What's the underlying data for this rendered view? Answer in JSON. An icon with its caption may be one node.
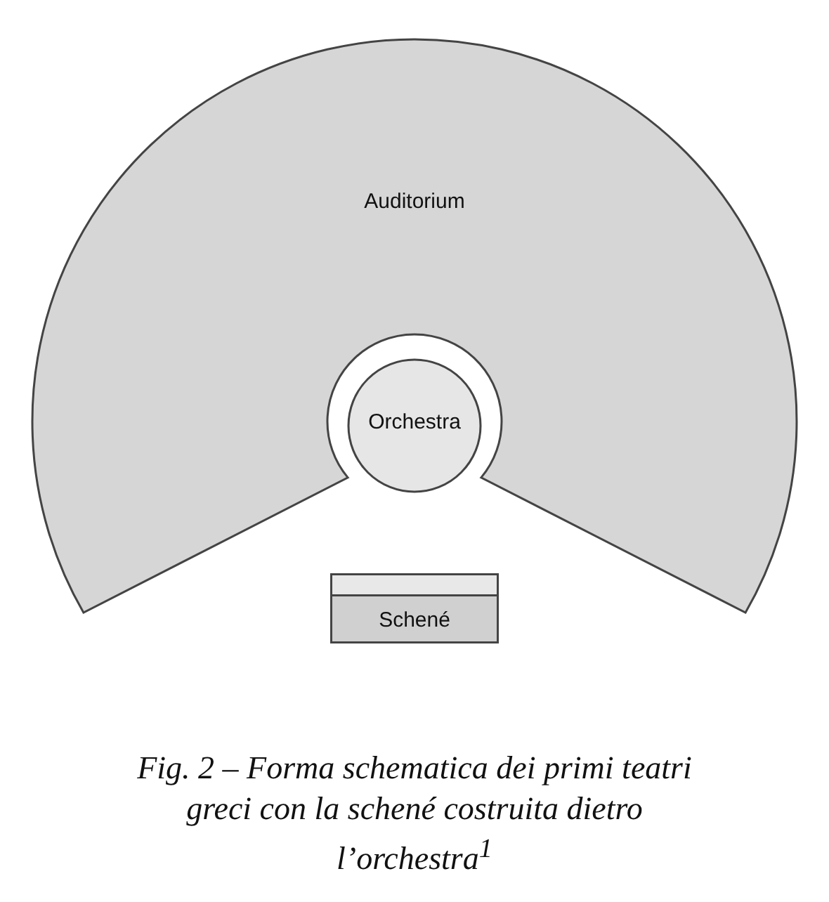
{
  "diagram": {
    "caption": "Fig. 2 – Forma schematica dei primi teatri greci con la schené costruita dietro l’orchestra$^{1}$",
    "nodes": [
      {
        "text": [
          "Auditorium"
        ]
      },
      {
        "text": [
          "Orchestra"
        ]
      },
      {
        "text": [
          "Schené"
        ]
      }
    ]
  }
}
